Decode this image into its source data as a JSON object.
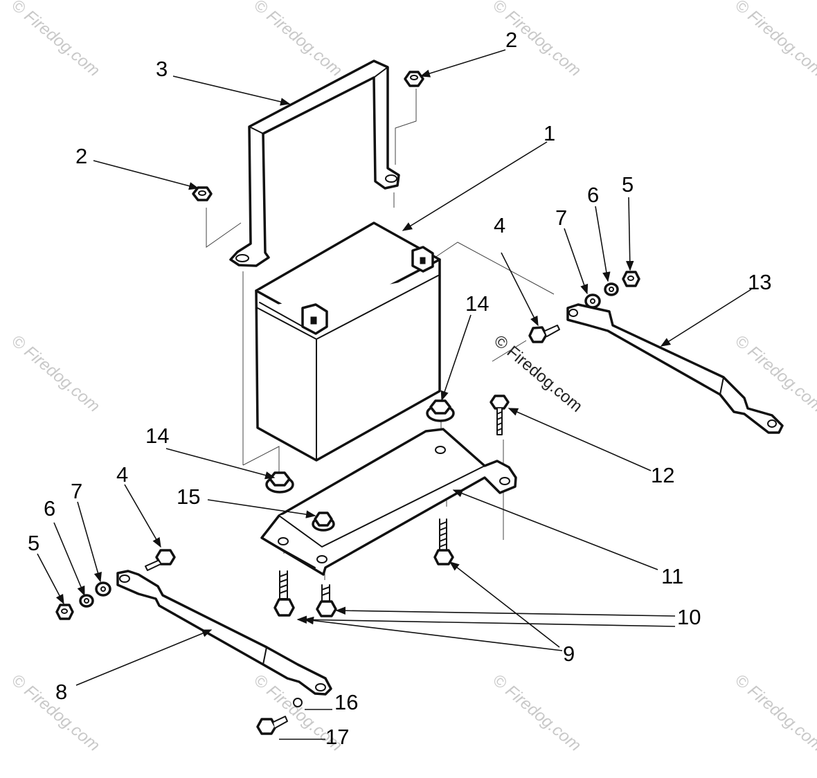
{
  "watermark": {
    "text": "© Firedog.com"
  },
  "callouts": {
    "c1": "1",
    "c2a": "2",
    "c2b": "2",
    "c3": "3",
    "c4a": "4",
    "c4b": "4",
    "c5a": "5",
    "c5b": "5",
    "c6a": "6",
    "c6b": "6",
    "c7a": "7",
    "c7b": "7",
    "c8": "8",
    "c9": "9",
    "c10": "10",
    "c11": "11",
    "c12": "12",
    "c13": "13",
    "c14a": "14",
    "c14b": "14",
    "c15": "15",
    "c16": "16",
    "c17": "17"
  },
  "colors": {
    "line": "#111111",
    "watermark": "#c8c8c8",
    "background": "#ffffff"
  }
}
